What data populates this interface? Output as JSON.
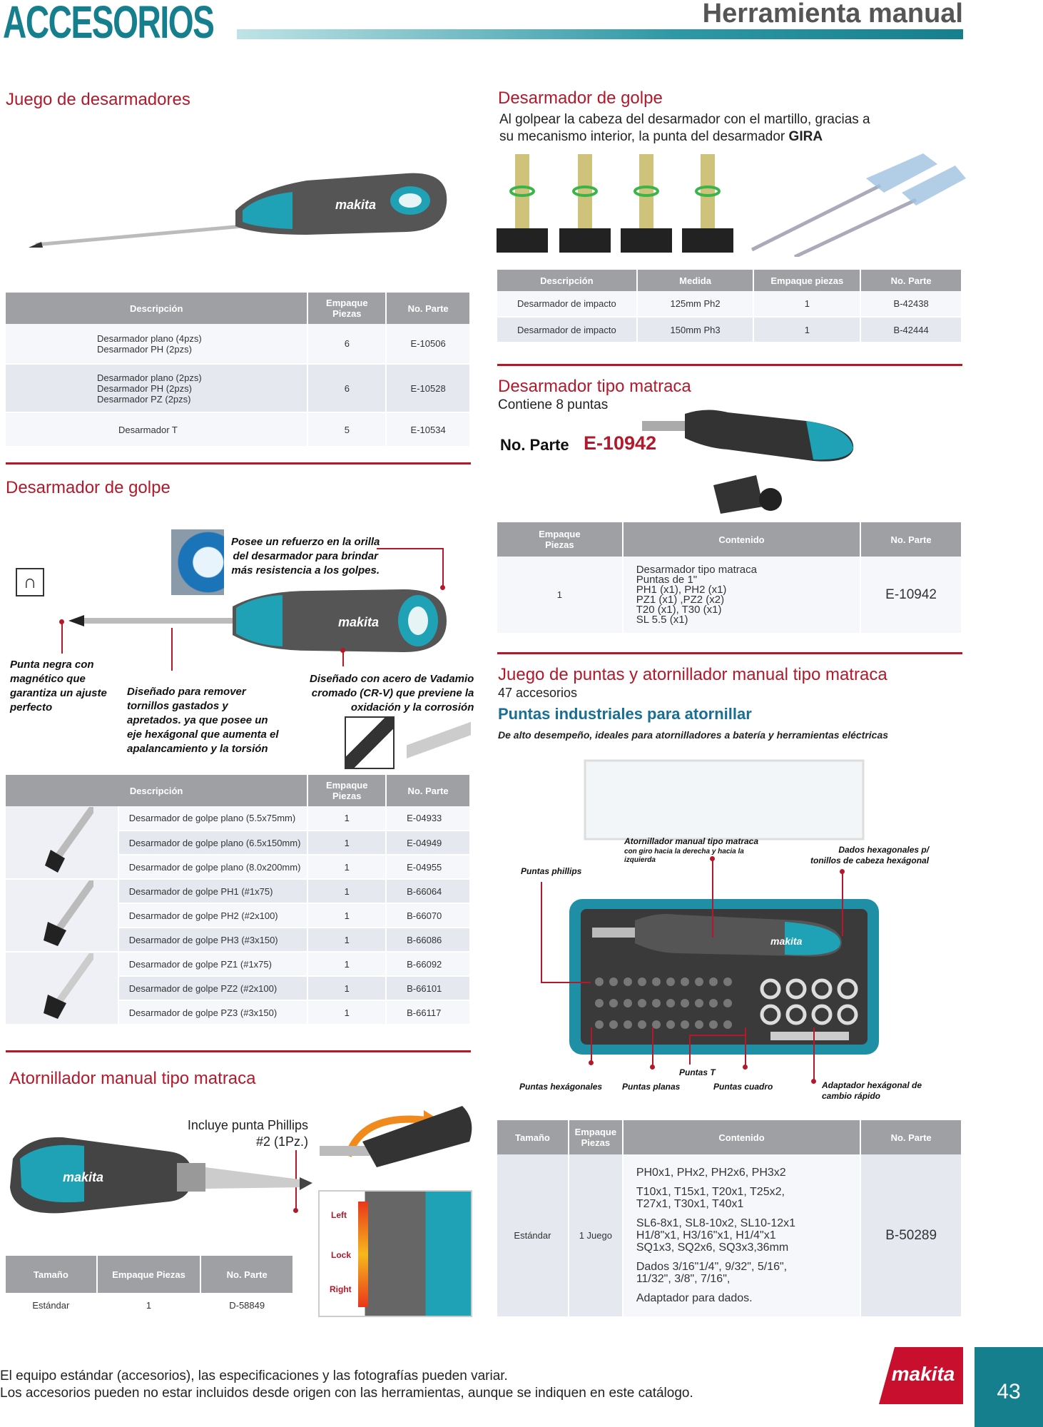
{
  "header": {
    "left_title": "ACCESORIOS",
    "right_title": "Herramienta manual"
  },
  "juego_desarmadores": {
    "title": "Juego de desarmadores",
    "brand": "makita",
    "headers": [
      "Descripción",
      "Empaque\nPiezas",
      "No. Parte"
    ],
    "rows": [
      {
        "desc": "Desarmador plano (4pzs)\nDesarmador PH (2pzs)",
        "qty": "6",
        "part": "E-10506"
      },
      {
        "desc": "Desarmador plano (2pzs)\nDesarmador PH (2pzs)\nDesarmador PZ (2pzs)",
        "qty": "6",
        "part": "E-10528"
      },
      {
        "desc": "Desarmador T",
        "qty": "5",
        "part": "E-10534"
      }
    ]
  },
  "desarmador_golpe_top": {
    "title": "Desarmador de golpe",
    "desc_prefix": "Al golpear la cabeza del desarmador con el martillo, gracias a\nsu mecanismo interior, la punta del desarmador ",
    "desc_bold": "GIRA",
    "headers": [
      "Descripción",
      "Medida",
      "Empaque piezas",
      "No. Parte"
    ],
    "rows": [
      {
        "desc": "Desarmador de impacto",
        "size": "125mm Ph2",
        "qty": "1",
        "part": "B-42438"
      },
      {
        "desc": "Desarmador de impacto",
        "size": "150mm Ph3",
        "qty": "1",
        "part": "B-42444"
      }
    ]
  },
  "matraca": {
    "title": "Desarmador tipo matraca",
    "subtitle": "Contiene 8 puntas",
    "part_label": "No. Parte",
    "part_value": "E-10942",
    "headers": [
      "Empaque\nPiezas",
      "Contenido",
      "No. Parte"
    ],
    "row": {
      "qty": "1",
      "content": "Desarmador tipo matraca\nPuntas de 1\"\nPH1 (x1), PH2 (x1)\nPZ1 (x1) ,PZ2 (x2)\nT20 (x1), T30 (x1)\nSL 5.5 (x1)",
      "part": "E-10942"
    }
  },
  "desarmador_golpe": {
    "title": "Desarmador de golpe",
    "brand": "makita",
    "ann_refuerzo": "Posee un refuerzo en la orilla\ndel desarmador para brindar\nmás resistencia a los golpes.",
    "ann_punta": "Punta negra con\nmagnético que\ngarantiza un ajuste\nperfecto",
    "ann_disenado": "Diseñado para remover\ntornillos gastados y\napretados. ya que posee un\neje hexágonal que aumenta el\napalancamiento y la torsión",
    "ann_acero": "Diseñado con acero de Vadamio\ncromado (CR-V) que previene la\noxidación y la corrosión",
    "headers": [
      "Descripción",
      "Empaque\nPiezas",
      "No. Parte"
    ],
    "rows": [
      {
        "desc": "Desarmador de golpe  plano (5.5x75mm)",
        "qty": "1",
        "part": "E-04933"
      },
      {
        "desc": "Desarmador de golpe plano (6.5x150mm)",
        "qty": "1",
        "part": "E-04949"
      },
      {
        "desc": "Desarmador de golpe plano (8.0x200mm)",
        "qty": "1",
        "part": "E-04955"
      },
      {
        "desc": "Desarmador de golpe PH1 (#1x75)",
        "qty": "1",
        "part": "B-66064"
      },
      {
        "desc": "Desarmador de golpe PH2 (#2x100)",
        "qty": "1",
        "part": "B-66070"
      },
      {
        "desc": "Desarmador de golpe PH3 (#3x150)",
        "qty": "1",
        "part": "B-66086"
      },
      {
        "desc": "Desarmador de golpe PZ1 (#1x75)",
        "qty": "1",
        "part": "B-66092"
      },
      {
        "desc": "Desarmador de golpe PZ2 (#2x100)",
        "qty": "1",
        "part": "B-66101"
      },
      {
        "desc": "Desarmador de golpe PZ3 (#3x150)",
        "qty": "1",
        "part": "B-66117"
      }
    ]
  },
  "juego_puntas": {
    "title": "Juego de puntas y atornillador manual tipo matraca",
    "subtitle": "47 accesorios",
    "subtitle2": "Puntas industriales para atornillar",
    "tagline": "De alto desempeño, ideales para atornilladores a batería y herramientas eléctricas",
    "brand": "makita",
    "callouts": {
      "phillips": "Puntas phillips",
      "atornillador": "Atornillador manual tipo matraca",
      "atornillador_sub": "con giro hacia la derecha y hacia la\nizquierda",
      "dados": "Dados hexagonales p/\ntonillos de cabeza hexágonal",
      "hexagonales": "Puntas hexágonales",
      "planas": "Puntas planas",
      "t": "Puntas T",
      "cuadro": "Puntas cuadro",
      "adaptador": "Adaptador hexágonal de\ncambio rápido"
    },
    "headers": [
      "Tamaño",
      "Empaque\nPiezas",
      "Contenido",
      "No. Parte"
    ],
    "row": {
      "size": "Estándar",
      "qty": "1 Juego",
      "content": [
        "PH0x1, PHx2, PH2x6, PH3x2",
        "T10x1, T15x1, T20x1, T25x2,\nT27x1, T30x1, T40x1",
        "SL6-8x1, SL8-10x2, SL10-12x1\n H1/8\"x1, H3/16\"x1, H1/4\"x1\nSQ1x3, SQ2x6, SQ3x3,36mm",
        "Dados 3/16\"1/4\", 9/32\", 5/16\",\n11/32\", 3/8\", 7/16\",",
        "Adaptador para dados."
      ],
      "part": "B-50289"
    }
  },
  "atornillador_matraca": {
    "title": "Atornillador manual tipo matraca",
    "note": "Incluye punta Phillips\n#2 (1Pz.)",
    "brand": "makita",
    "dir_left": "Left",
    "dir_lock": "Lock",
    "dir_right": "Right",
    "headers": [
      "Tamaño",
      "Empaque Piezas",
      "No. Parte"
    ],
    "row": {
      "size": "Estándar",
      "qty": "1",
      "part": "D-58849"
    }
  },
  "footer": {
    "line1": "El equipo estándar (accesorios), las especificaciones y las fotografías pueden variar.",
    "line2": "Los accesorios pueden no estar incluidos desde origen con las herramientas, aunque se indiquen en este catálogo.",
    "brand": "makita",
    "page": "43"
  },
  "colors": {
    "accent_red": "#b3192b",
    "teal": "#167f8d",
    "header_gray": "#9ea0a3"
  }
}
